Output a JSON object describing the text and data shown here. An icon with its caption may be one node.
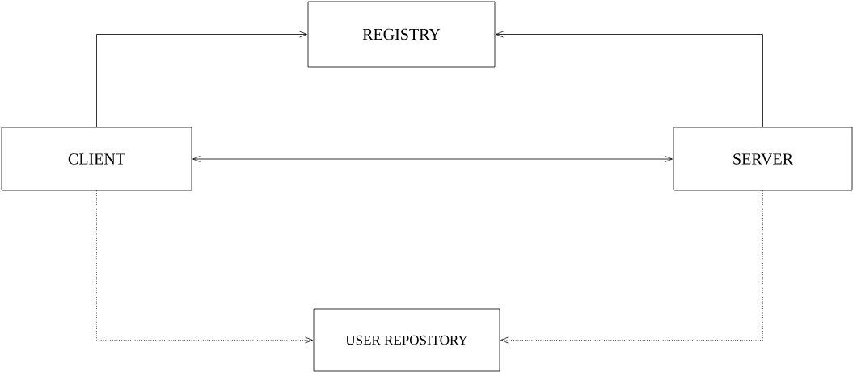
{
  "diagram": {
    "nodes": [
      {
        "text": [
          "REGISTRY"
        ]
      },
      {
        "text": [
          "CLIENT"
        ]
      },
      {
        "text": [
          "SERVER"
        ]
      },
      {
        "text": [
          "USER REPOSITORY"
        ]
      }
    ],
    "edges": [
      {
        "from": 1,
        "to": 0,
        "arrow": "to"
      },
      {
        "from": 2,
        "to": 0,
        "arrow": "to"
      },
      {
        "from": 1,
        "to": 2,
        "arrow": "both"
      },
      {
        "from": 1,
        "to": 3,
        "arrow": "to",
        "style": "dashed"
      },
      {
        "from": 2,
        "to": 3,
        "arrow": "to",
        "style": "dashed"
      }
    ]
  }
}
